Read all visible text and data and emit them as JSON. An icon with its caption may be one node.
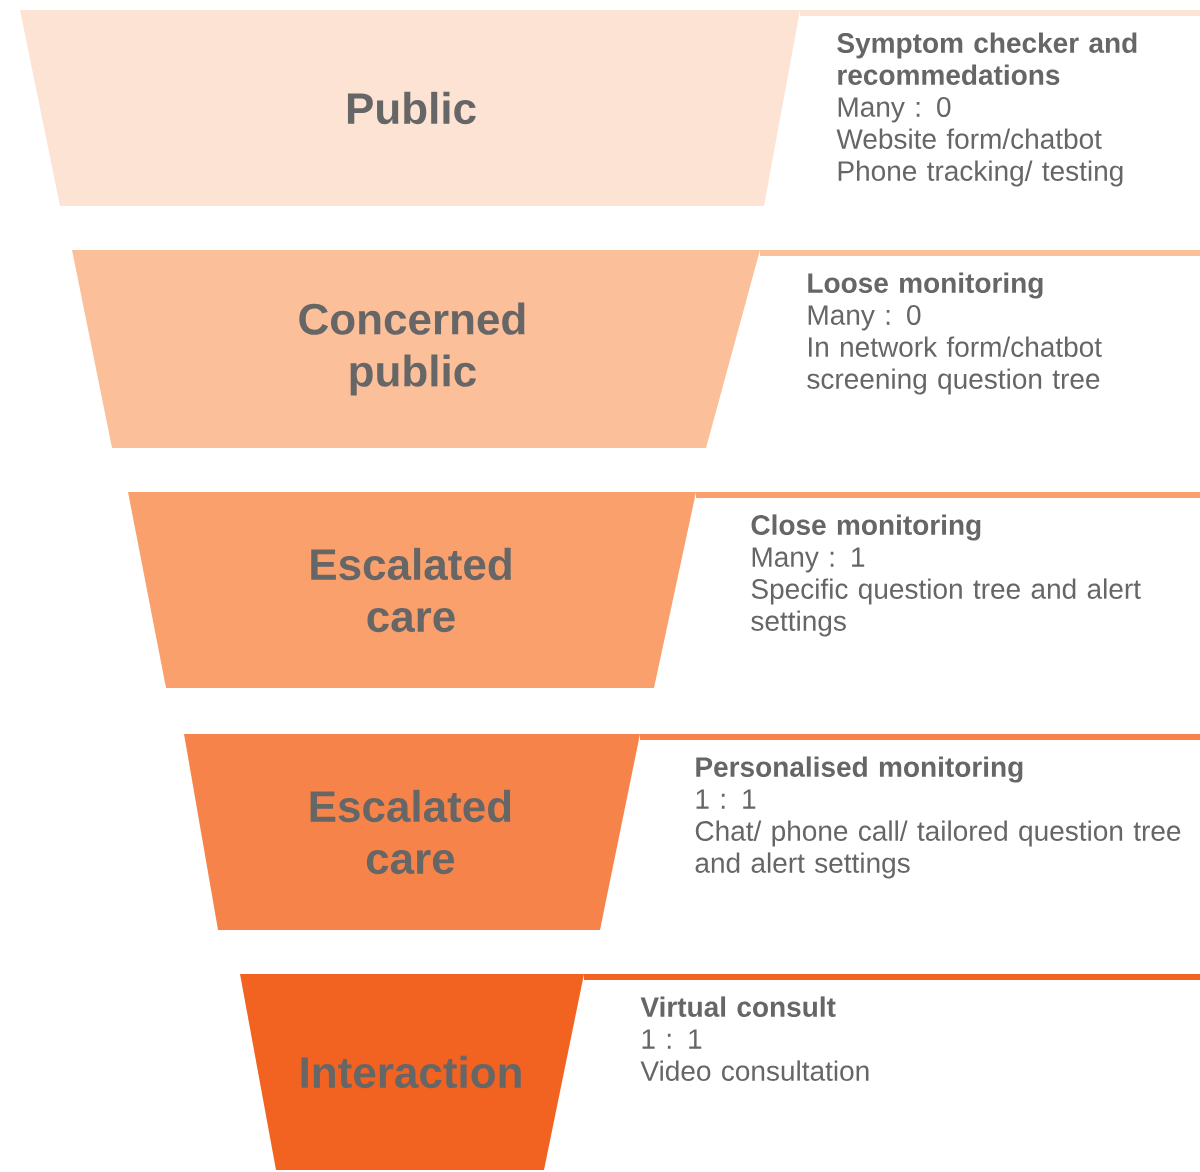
{
  "diagram": {
    "nodes": [
      {
        "text": [
          "Public"
        ],
        "beside": [
          "Symptom checker and recommedations",
          "Many : 0",
          "Website form/chatbot",
          "Phone tracking/ testing"
        ]
      },
      {
        "text": [
          "Concerned public"
        ],
        "beside": [
          "Loose monitoring",
          "Many : 0",
          "In network form/chatbot screening question tree"
        ]
      },
      {
        "text": [
          "Escalated care"
        ],
        "beside": [
          "Close monitoring",
          "Many : 1",
          "Specific question tree and alert settings"
        ]
      },
      {
        "text": [
          "Escalated care"
        ],
        "beside": [
          "Personalised monitoring",
          "1 : 1",
          "Chat/ phone call/ tailored question tree and alert settings"
        ]
      },
      {
        "text": [
          "Interaction"
        ],
        "beside": [
          "Virtual consult",
          "1 : 1",
          "Video consultation"
        ]
      }
    ]
  }
}
